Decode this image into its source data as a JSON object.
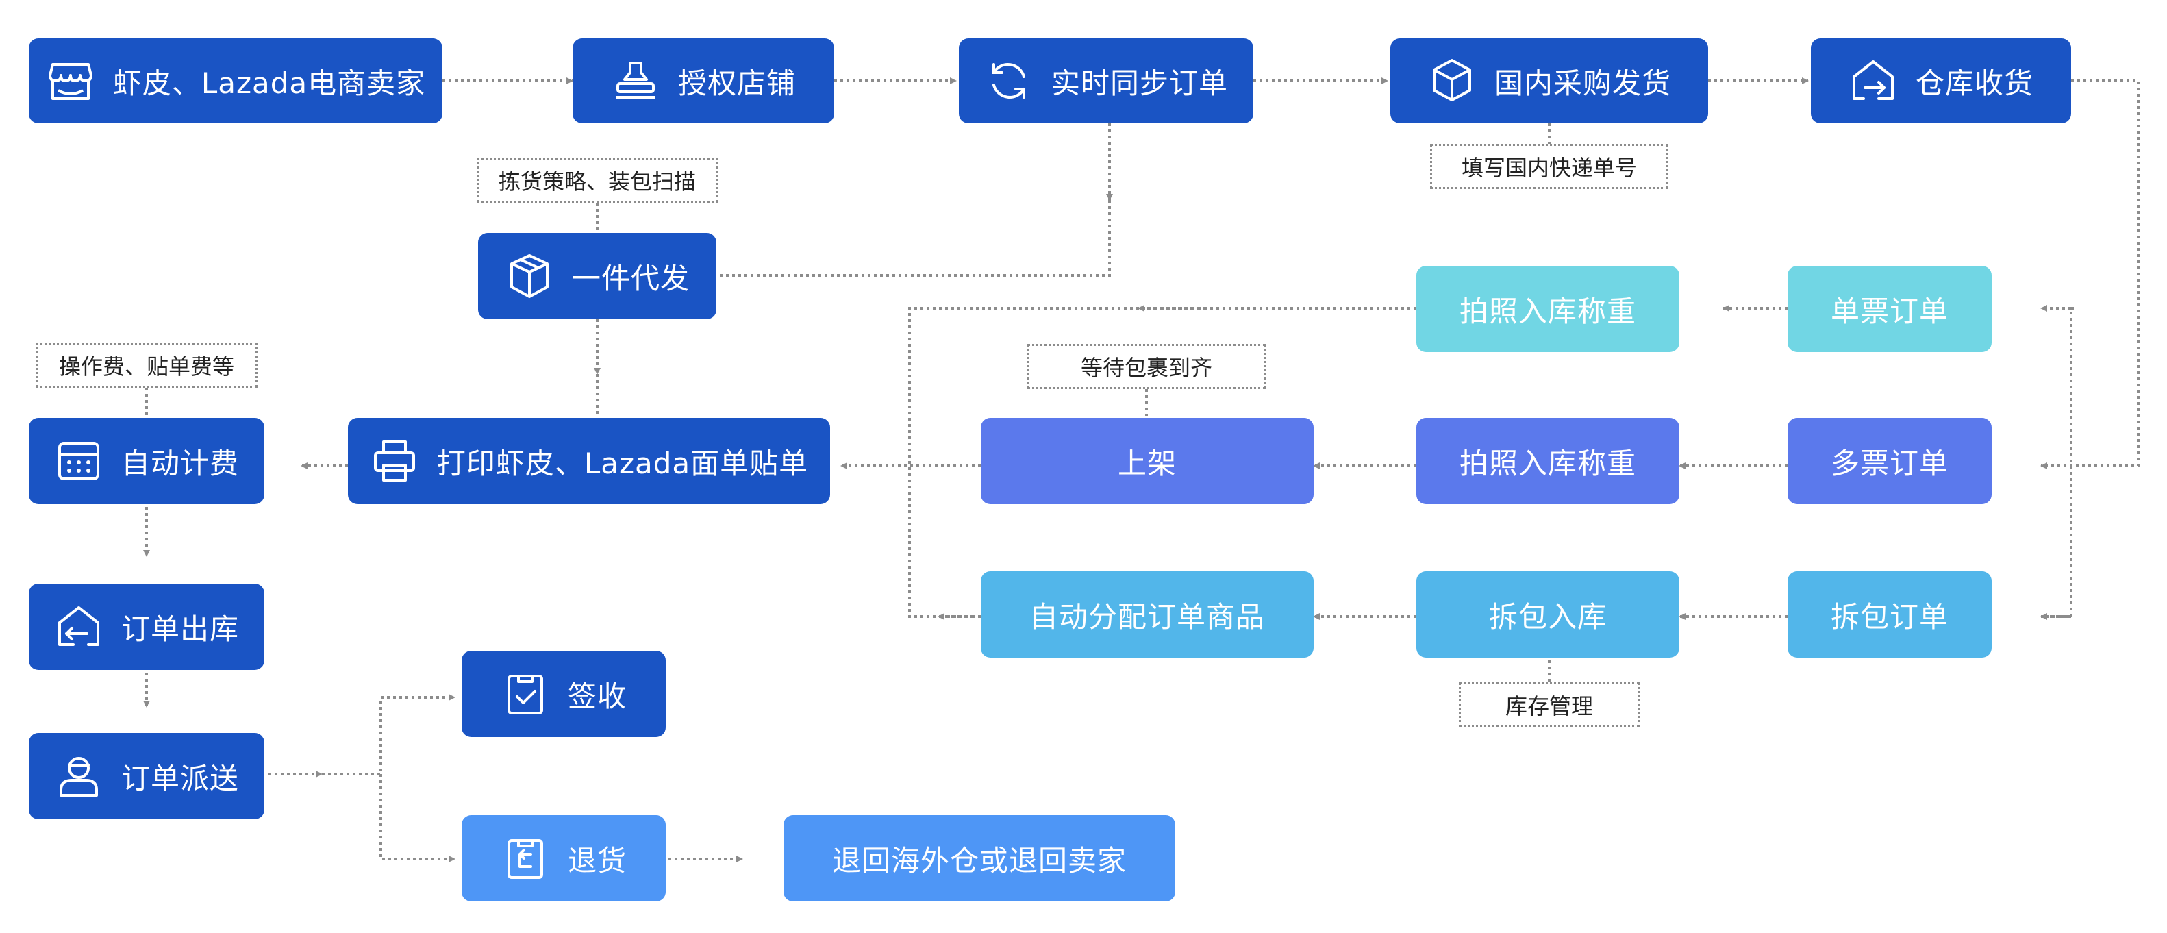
{
  "colors": {
    "dark_blue": "#1a54c4",
    "teal": "#71d6e4",
    "purple": "#5b79ec",
    "sky_blue": "#52b6ea",
    "light_blue": "#4e96f6",
    "connector": "#8c8c8c"
  },
  "nodes": {
    "seller": {
      "label": "虾皮、Lazada电商卖家",
      "icon": "storefront-icon"
    },
    "authorize": {
      "label": "授权店铺",
      "icon": "stamp-icon"
    },
    "sync": {
      "label": "实时同步订单",
      "icon": "sync-icon"
    },
    "purchase": {
      "label": "国内采购发货",
      "icon": "cube-icon"
    },
    "receive": {
      "label": "仓库收货",
      "icon": "warehouse-in-icon"
    },
    "dropship": {
      "label": "一件代发",
      "icon": "box-icon"
    },
    "single_order": {
      "label": "单票订单"
    },
    "single_photo": {
      "label": "拍照入库称重"
    },
    "multi_order": {
      "label": "多票订单"
    },
    "multi_photo": {
      "label": "拍照入库称重"
    },
    "shelve": {
      "label": "上架"
    },
    "split_order": {
      "label": "拆包订单"
    },
    "split_in": {
      "label": "拆包入库"
    },
    "auto_assign": {
      "label": "自动分配订单商品"
    },
    "print": {
      "label": "打印虾皮、Lazada面单贴单",
      "icon": "printer-icon"
    },
    "billing": {
      "label": "自动计费",
      "icon": "calculator-icon"
    },
    "outbound": {
      "label": "订单出库",
      "icon": "warehouse-out-icon"
    },
    "delivery": {
      "label": "订单派送",
      "icon": "courier-icon"
    },
    "signed": {
      "label": "签收",
      "icon": "clipboard-check-icon"
    },
    "return": {
      "label": "退货",
      "icon": "return-icon"
    },
    "return_dest": {
      "label": "退回海外仓或退回卖家"
    }
  },
  "notes": {
    "domestic_tracking": "填写国内快递单号",
    "picking": "拣货策略、装包扫描",
    "wait_parcels": "等待包裹到齐",
    "fees": "操作费、贴单费等",
    "inventory": "库存管理"
  }
}
